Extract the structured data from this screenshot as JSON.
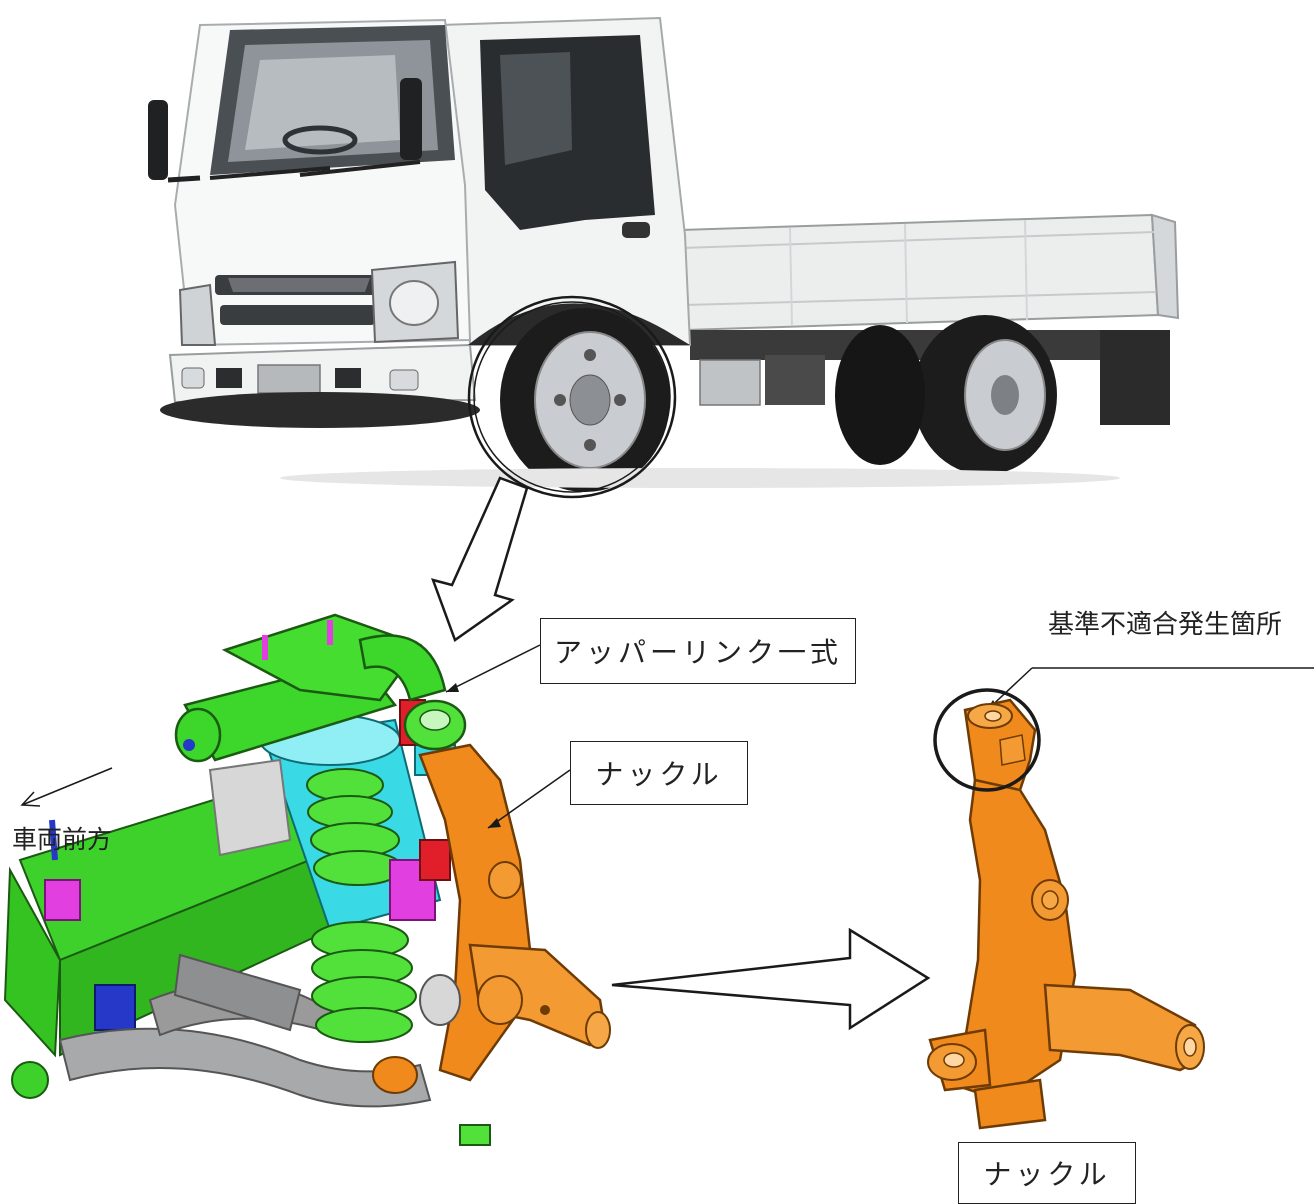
{
  "labels": {
    "upper_link": "アッパーリンク一式",
    "knuckle_main": "ナックル",
    "knuckle_detail": "ナックル",
    "vehicle_front": "車両前方",
    "nonconformity_location": "基準不適合発生箇所"
  },
  "colors": {
    "truck_body": "#f4f5f5",
    "tire": "#1c1c1c",
    "wheel": "#c9ccd0",
    "knuckle": "#f08a1c",
    "upper_link": "#3dd62a",
    "spring": "#52e03a",
    "shock_cover": "#39d9e6",
    "frame": "#3fd12b",
    "magenta_part": "#e23fe0",
    "blue_part": "#2638c8",
    "gray_part": "#9a9a9a",
    "outline": "#222222"
  }
}
